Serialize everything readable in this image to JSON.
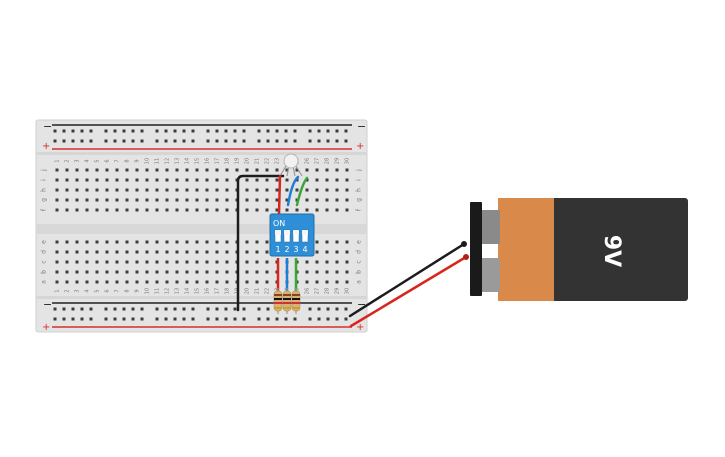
{
  "breadboard": {
    "rail_minus": "−",
    "rail_plus": "+",
    "columns": [
      "1",
      "2",
      "3",
      "4",
      "5",
      "6",
      "7",
      "8",
      "9",
      "10",
      "11",
      "12",
      "13",
      "14",
      "15",
      "16",
      "17",
      "18",
      "19",
      "20",
      "21",
      "22",
      "23",
      "24",
      "25",
      "26",
      "27",
      "28",
      "29",
      "30"
    ],
    "rows_top": [
      "j",
      "i",
      "h",
      "g",
      "f"
    ],
    "rows_bottom": [
      "e",
      "d",
      "c",
      "b",
      "a"
    ]
  },
  "dip_switch": {
    "on_label": "ON",
    "switch_numbers": [
      "1",
      "2",
      "3",
      "4"
    ]
  },
  "battery": {
    "label": "9V"
  },
  "colors": {
    "board": "#e3e3e3",
    "hole": "#3a3a3a",
    "rail_red": "#d32f2f",
    "rail_black": "#222222",
    "dip_blue": "#2f8fd6",
    "wire_red": "#d9261c",
    "wire_blue": "#1e7fd8",
    "wire_green": "#3aa63a",
    "wire_black": "#1c1c1c",
    "battery_orange": "#d9894a",
    "battery_black": "#333333"
  }
}
